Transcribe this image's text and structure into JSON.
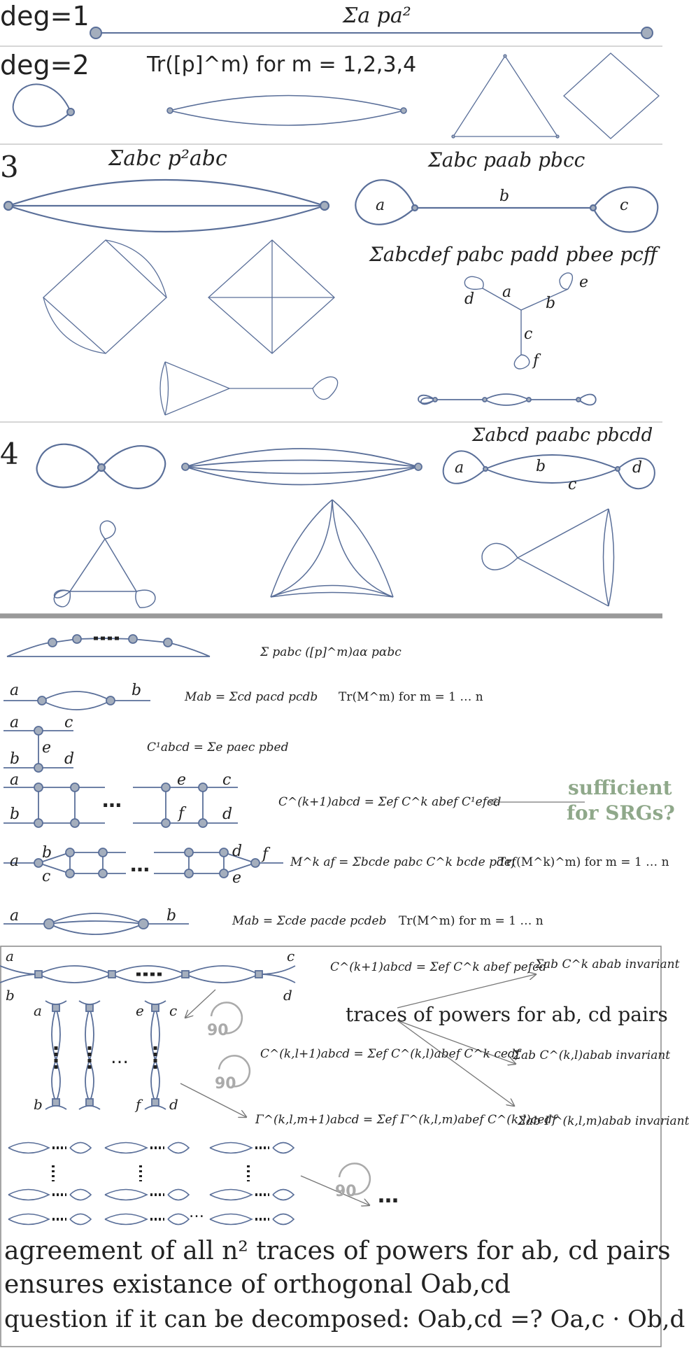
{
  "degree_labels": {
    "d1": "deg=1",
    "d2": "deg=2",
    "d3": "3",
    "d4": "4"
  },
  "formulas": {
    "deg1": "Σa pa²",
    "deg2": "Tr([p]^m) for m = 1,2,3,4",
    "deg3_a": "Σabc p²abc",
    "deg3_b": "Σabc paab pbcc",
    "deg3_c": "Σabcdef pabc padd pbee pcff",
    "deg4": "Σabcd paabc pbcdd",
    "f1": "Σ pabc ([p]^m)aα pαbc",
    "f2": "Mab = Σcd pacd pcdb",
    "f2_tr": "Tr(M^m)  for  m = 1 … n",
    "f3": "C¹abcd = Σe paec pbed",
    "f4": "C^(k+1)abcd = Σef C^k abef C¹efcd",
    "f5": "M^k af = Σbcde pabc C^k bcde pdef",
    "f5_tr": "Tr((M^k)^m)  for m = 1 … n",
    "f6": "Mab = Σcde pacde pcdeb",
    "f6_tr": "Tr(M^m)  for  m = 1 … n",
    "b1": "C^(k+1)abcd = Σef C^k abef pefcd",
    "b1_inv": "Σab C^k abab  invariant",
    "b2": "C^(k,l+1)abcd = Σef C^(k,l)abef C^k cedf",
    "b2_inv": "Σab C^(k,l)abab  invariant",
    "b3": "Γ^(k,l,m+1)abcd = Σef Γ^(k,l,m)abef C^(k,l)cedf",
    "b3_inv": "Σab Γ^(k,l,m)abab  invariant"
  },
  "labels": {
    "sufficient_1": "sufficient",
    "sufficient_2": "for SRGs?",
    "traces_line": "traces of powers for ab, cd pairs",
    "rotate": "90",
    "ellipsis": "…",
    "invariant": "invariant"
  },
  "bottom_text": {
    "line1": "agreement of all n² traces of powers for ab, cd pairs",
    "line2": "ensures existance of orthogonal Oab,cd",
    "line3": "question if it can be decomposed: Oab,cd =? Oa,c · Ob,d"
  },
  "colors": {
    "edge": "#5a6f99",
    "node": "#a4aebd",
    "rule": "#bdbdbd",
    "thick_rule": "#999999",
    "green": "#8fa88a",
    "arrow": "#777777"
  }
}
